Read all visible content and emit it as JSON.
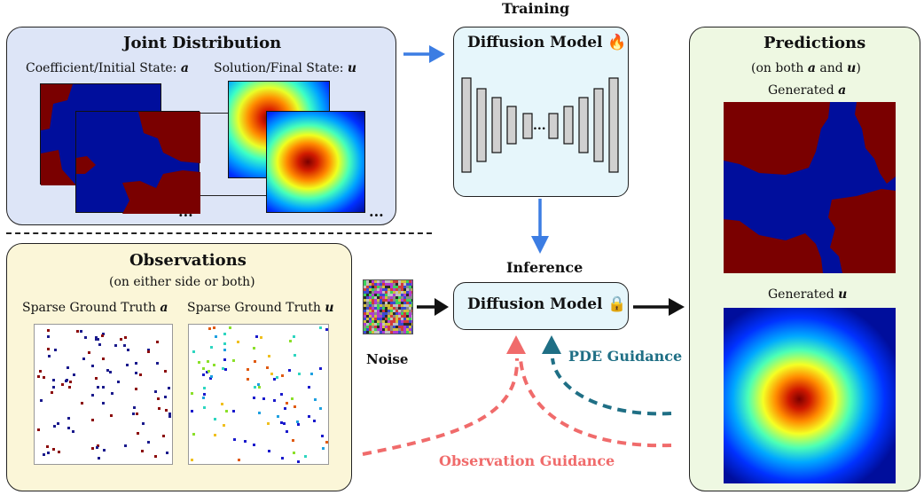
{
  "training_label": "Training",
  "inference_label": "Inference",
  "joint": {
    "title": "Joint Distribution",
    "coef_prefix": "Coefficient/Initial State: ",
    "sol_prefix": "Solution/Final State: ",
    "var_a": "a",
    "var_u": "u",
    "ellipsis": "..."
  },
  "model": {
    "title": "Diffusion Model",
    "train_icon": "fire-icon",
    "infer_icon": "lock-icon",
    "unet_dots": "..."
  },
  "observations": {
    "title": "Observations",
    "subtitle": "(on either side or both)",
    "sparse_a": "Sparse Ground Truth ",
    "sparse_u": "Sparse Ground Truth ",
    "var_a": "a",
    "var_u": "u"
  },
  "noise_label": "Noise",
  "pde_guidance": "PDE Guidance",
  "obs_guidance": "Observation Guidance",
  "predictions": {
    "title": "Predictions",
    "subtitle_prefix": "(on both ",
    "subtitle_mid": " and ",
    "subtitle_suffix": ")",
    "gen_prefix": "Generated ",
    "var_a": "a",
    "var_u": "u"
  },
  "colors": {
    "joint_bg": "#dde5f7",
    "obs_bg": "#fbf6d8",
    "pred_bg": "#eef8e2",
    "model_bg": "#e6f6fb",
    "flow_arrow": "#3c7de3",
    "pde_color": "#1f6f85",
    "obs_color": "#f06b6b",
    "field_low": "#000e9c",
    "field_high": "#7a0000"
  }
}
